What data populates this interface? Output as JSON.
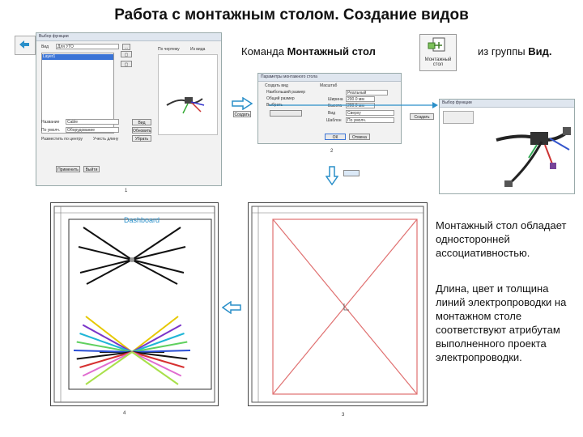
{
  "title": "Работа с монтажным столом. Создание видов",
  "command": {
    "prefix": "Команда ",
    "name": "Монтажный стол",
    "group_prefix": "из группы ",
    "group_name": "Вид.",
    "icon_label": "Монтажный стол",
    "icon_name": "table-view-icon"
  },
  "step1": {
    "window_title": "Выбор функции",
    "field1_label": "Вид",
    "field1_value": "Для УГО",
    "option_a": "По чертежу",
    "option_b": "Из вида",
    "list_item": "Layer1",
    "label_name": "Название",
    "label_name_value": "Cable",
    "label_ref": "По умолч.",
    "label_ref_value": "Оборудование",
    "check_a": "Разместить по центру",
    "check_b": "Учесть длину",
    "ok_label": "Применить",
    "cancel_label": "Выйти",
    "side_btn_a": "Вид",
    "side_btn_b": "Обновить",
    "side_btn_c": "Убрать",
    "number": "1"
  },
  "step2": {
    "window_title": "Параметры монтажного стола",
    "group_title": "Создать вид",
    "option_a": "Наибольший размер",
    "option_b": "Общий размер",
    "option_c": "Выбрать",
    "field_label_a": "Масштаб",
    "field_value_a": "Реальный",
    "field_label_b": "Ширина",
    "field_value_b": "200.0 мм",
    "field_label_c": "Высота",
    "field_value_c": "200.0 мм",
    "field_label_d": "Вид",
    "field_value_d": "Сверху",
    "field_label_e": "Шаблон",
    "field_value_e": "По умолч.",
    "ok_label": "ОК",
    "cancel_label": "Отмена",
    "side_btn": "Создать",
    "number": "2"
  },
  "step3": {
    "window_title": "Выбор функции",
    "side_btn": "Создать",
    "number": "3"
  },
  "step4": {
    "heading": "Dashboard",
    "number": "4"
  },
  "description": {
    "para1": "Монтажный стол обладает односторонней ассоциативностью.",
    "para2": "Длина, цвет и толщина линий электропроводки на монтажном столе соответствуют атрибутам выполненного проекта электропроводки."
  },
  "colors": {
    "arrow": "#2a8fc9",
    "frame_red": "#e07070",
    "wire_black": "#111111",
    "link_blue": "#1f7fbf"
  },
  "fan_lines": [
    {
      "color": "#e6c800"
    },
    {
      "color": "#7a35c9"
    },
    {
      "color": "#1fb6d6"
    },
    {
      "color": "#5fd05f"
    },
    {
      "color": "#2a4fd6"
    },
    {
      "color": "#111111"
    },
    {
      "color": "#d63030"
    },
    {
      "color": "#e06cd0"
    },
    {
      "color": "#a8e04a"
    }
  ]
}
